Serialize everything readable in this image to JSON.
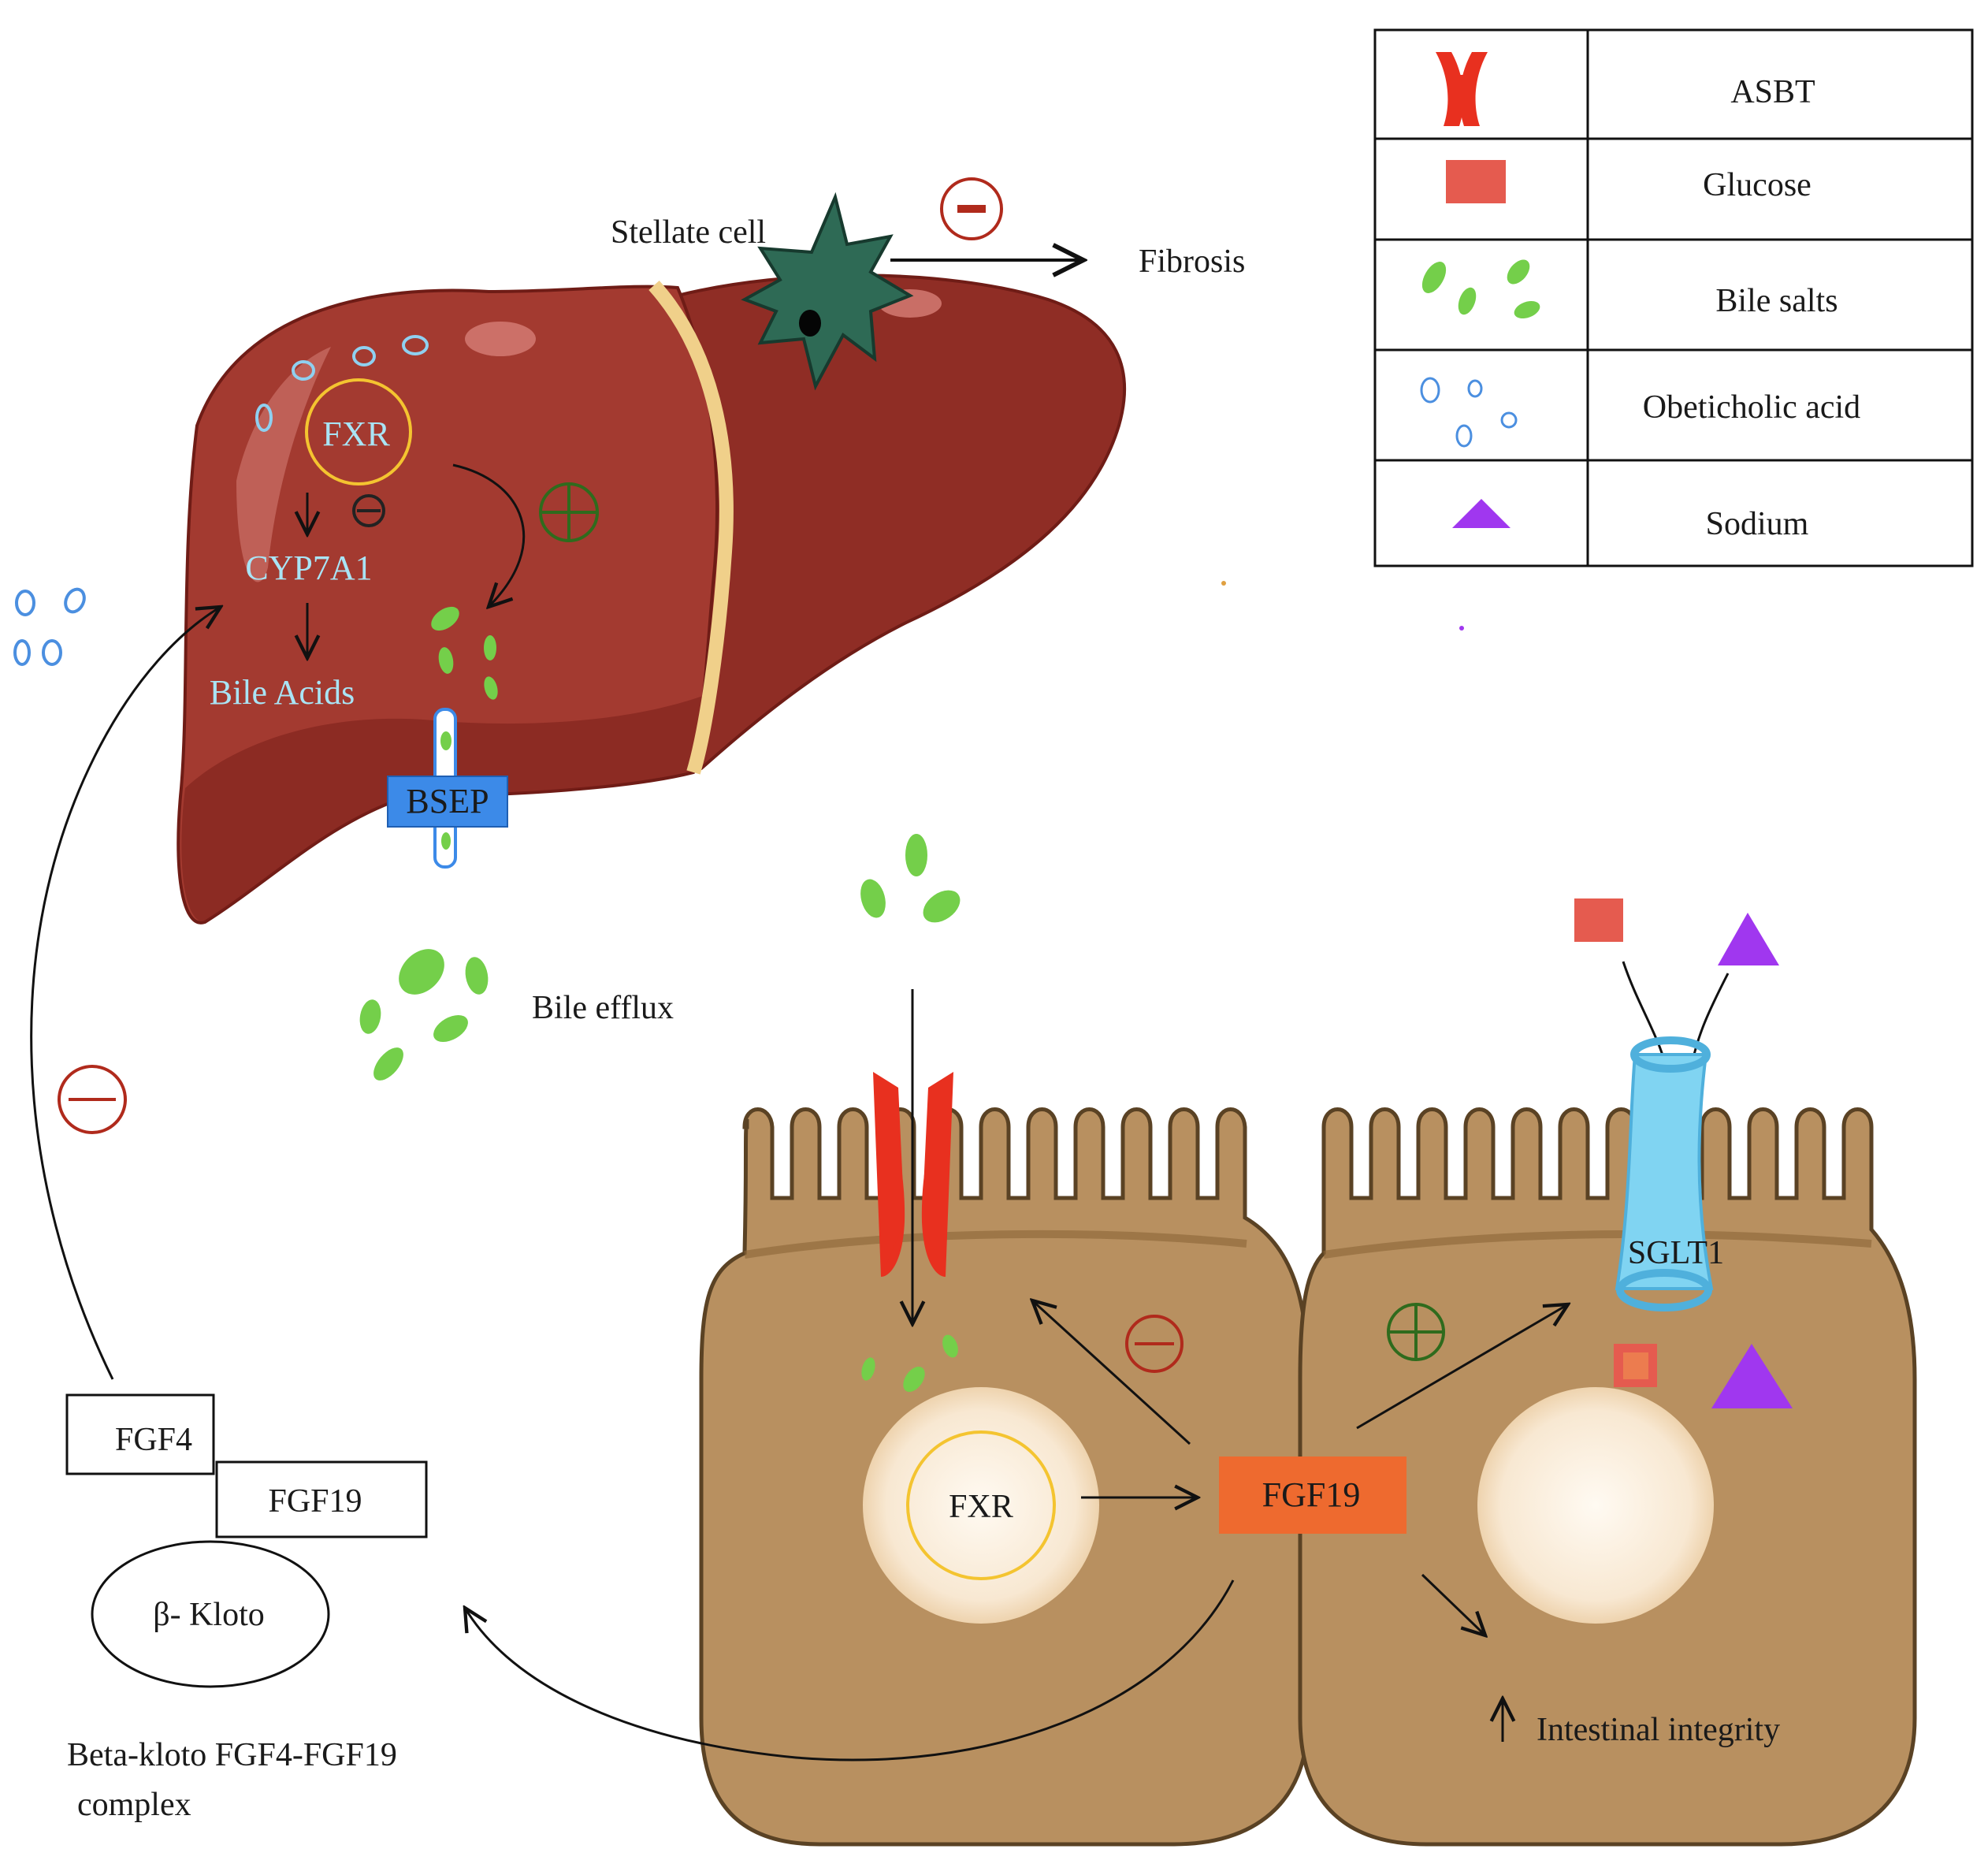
{
  "labels": {
    "stellate_cell": "Stellate cell",
    "fibrosis": "Fibrosis",
    "fxr_liver": "FXR",
    "cyp7a1": "CYP7A1",
    "bile_acids": "Bile Acids",
    "bsep": "BSEP",
    "bile_efflux": "Bile efflux",
    "sglt1": "SGLT1",
    "fxr_intestine": "FXR",
    "fgf19_intestine": "FGF19",
    "intestinal_integrity": "Intestinal integrity",
    "fgf4": "FGF4",
    "fgf19_complex": "FGF19",
    "beta_kloto": "β- Kloto",
    "complex_line1": "Beta-kloto FGF4-FGF19",
    "complex_line2": "complex"
  },
  "legend": [
    {
      "icon": "asbt-icon",
      "label": "ASBT"
    },
    {
      "icon": "glucose-icon",
      "label": "Glucose"
    },
    {
      "icon": "bile-salts-icon",
      "label": "Bile salts"
    },
    {
      "icon": "obeticholic-acid-icon",
      "label": "Obeticholic acid"
    },
    {
      "icon": "sodium-icon",
      "label": "Sodium"
    }
  ],
  "colors": {
    "liver": "#a33a30",
    "liver_dark": "#7a1f19",
    "cell": "#b89060",
    "nucleus": "#fbeedd",
    "asbt": "#e8301f",
    "glucose": "#e55b4f",
    "bile_salt": "#74cf4a",
    "obeticholic": "#4b8fe0",
    "sodium": "#a037ef",
    "fgf19_box": "#ee6a2f",
    "bsep": "#3c8ae8",
    "sglt1": "#80d4f2",
    "stellate": "#2e6a55"
  }
}
